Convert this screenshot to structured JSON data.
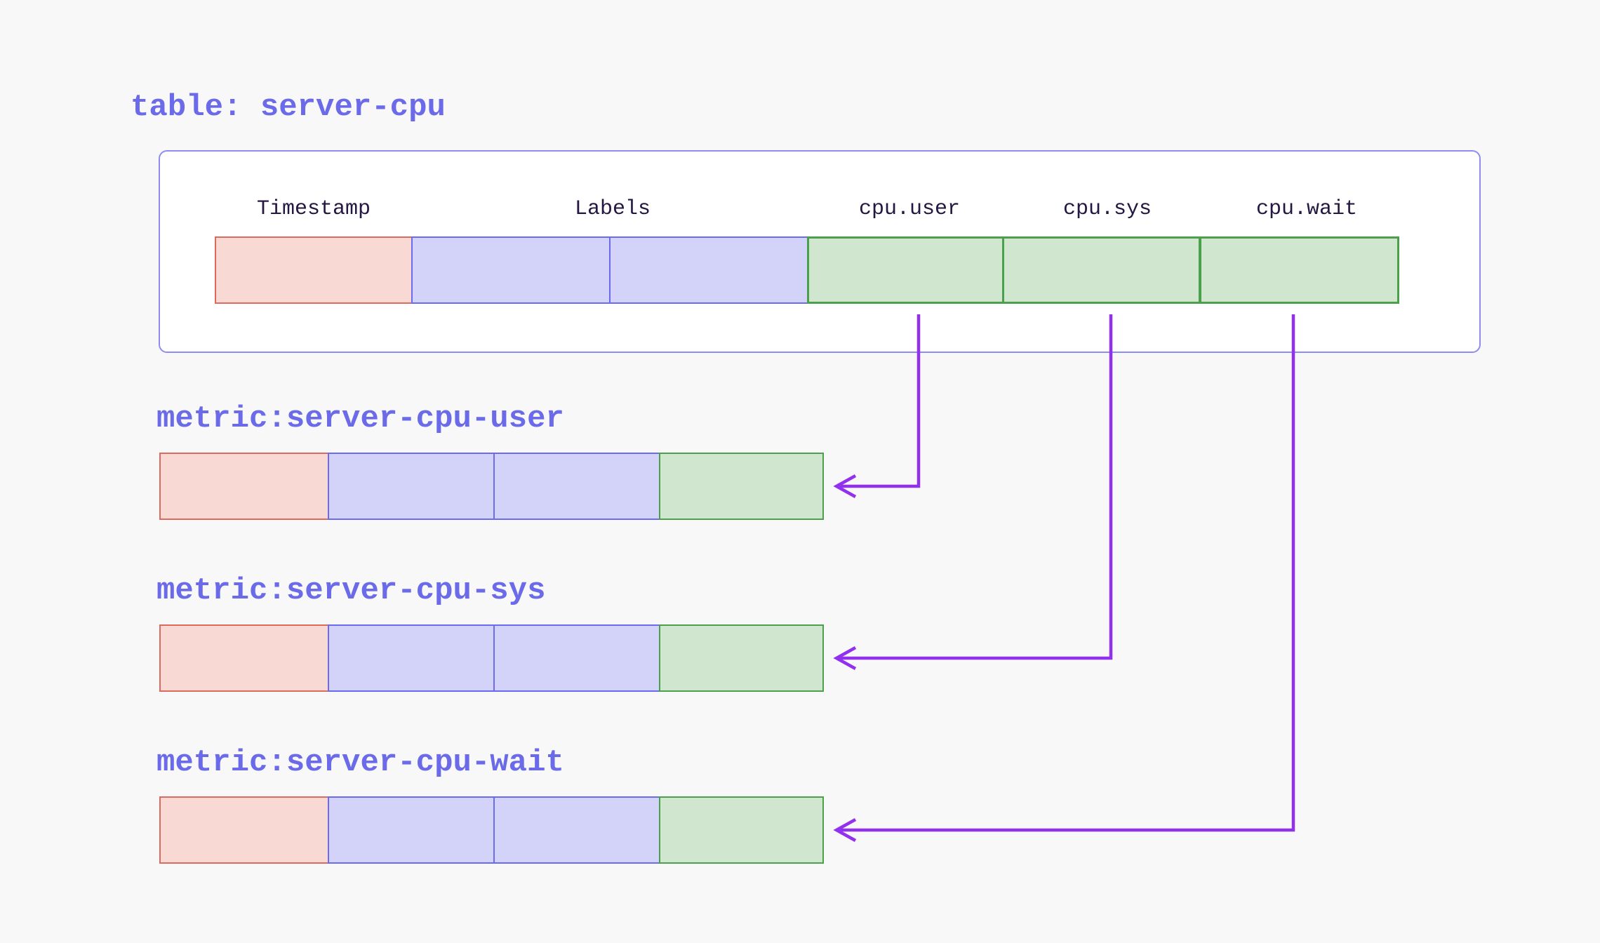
{
  "page": {
    "background": "#f8f8f9"
  },
  "colors": {
    "page-bg": "#f8f8f9",
    "accent-indigo": "#6b6be9",
    "container-border": "#8d8df1",
    "container-fill": "#ffffff",
    "header-text": "#241742",
    "timestamp-fill": "#f8d9d4",
    "timestamp-border": "#dc6a5e",
    "label-fill": "#d3d3fa",
    "label-border": "#6b6bef",
    "value-fill": "#d0e6ce",
    "value-border": "#4aa04b",
    "arrow": "#9130ef"
  },
  "table": {
    "title": "table: server-cpu",
    "headers": [
      "Timestamp",
      "Labels",
      "cpu.user",
      "cpu.sys",
      "cpu.wait"
    ],
    "cells": [
      "timestamp",
      "label",
      "label",
      "value",
      "value",
      "value"
    ]
  },
  "metrics": [
    {
      "title": "metric:server-cpu-user",
      "source_column": "cpu.user",
      "cells": [
        "timestamp",
        "label",
        "label",
        "value"
      ]
    },
    {
      "title": "metric:server-cpu-sys",
      "source_column": "cpu.sys",
      "cells": [
        "timestamp",
        "label",
        "label",
        "value"
      ]
    },
    {
      "title": "metric:server-cpu-wait",
      "source_column": "cpu.wait",
      "cells": [
        "timestamp",
        "label",
        "label",
        "value"
      ]
    }
  ]
}
